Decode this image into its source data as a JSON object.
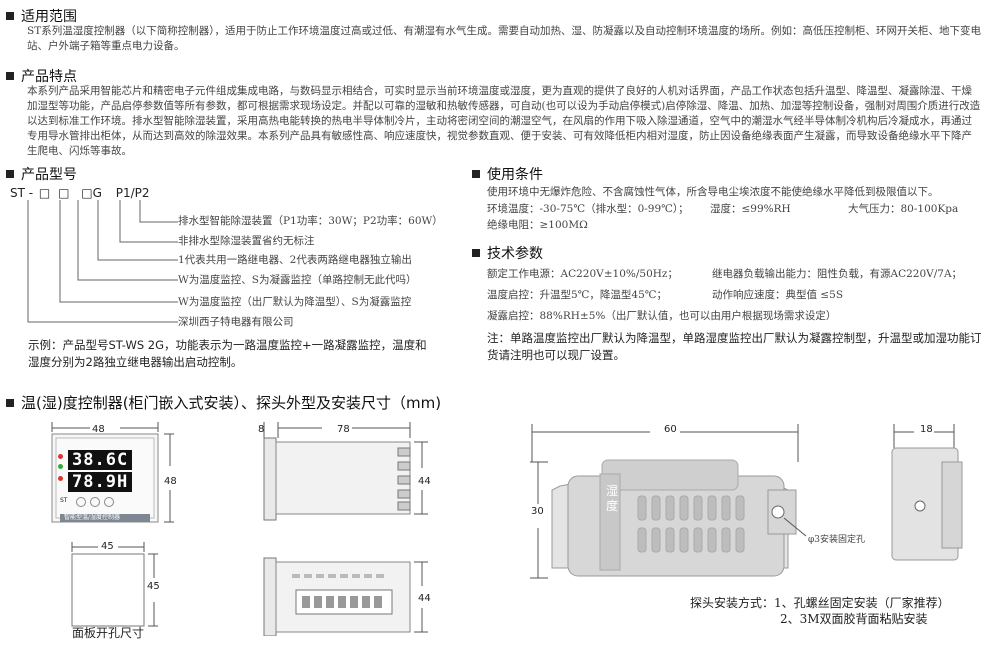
{
  "scope": {
    "title": "适用范围",
    "body": "ST系列温湿度控制器（以下简称控制器），适用于防止工作环境温度过高或过低、有潮湿有水气生成。需要自动加热、湿、防凝露以及自动控制环境温度的场所。例如：高低压控制柜、环网开关柜、地下变电站、户外端子箱等重点电力设备。"
  },
  "features": {
    "title": "产品特点",
    "body": "本系列产品采用智能芯片和精密电子元件组成集成电路，与数码显示相结合，可实时显示当前环境温度或湿度，更为直观的提供了良好的人机对话界面，产品工作状态包括升温型、降温型、凝露除湿、干燥加湿型等功能，产品启停参数值等所有参数，都可根据需求现场设定。并配以可靠的湿敏和热敏传感器，可自动(也可以设为手动启停模式)启停除湿、降温、加热、加湿等控制设备，强制对周围介质进行改造以达到标准工作环境。排水型智能除湿装置，采用高热电能转换的热电半导体制冷片，主动将密闭空间的潮湿空气，在风扇的作用下吸入除湿通道，空气中的潮湿水气经半导体制冷机构后冷凝成水，再通过专用导水管排出柜体，从而达到高效的除湿效果。本系列产品具有敏感性高、响应速度快，视觉参数直观、便于安装、可有效降低柜内相对湿度，防止因设备绝缘表面产生凝露，而导致设备绝缘水平下降产生爬电、闪烁等事故。"
  },
  "model": {
    "title": "产品型号",
    "code_prefix": "ST -",
    "code_box": "□",
    "code_g": "G",
    "code_suffix": "P1/P2",
    "lines": [
      "排水型智能除湿装置（P1功率：30W；P2功率：60W）",
      "非排水型除湿装置省约无标注",
      "1代表共用一路继电器、2代表两路继电器独立输出",
      "W为温度监控、S为凝露监控（单路控制无此代吗）",
      "W为温度监控（出厂默认为降温型）、S为凝露监控",
      "深圳西子特电器有限公司"
    ],
    "example": "示例：产品型号ST-WS 2G，功能表示为一路温度监控+一路凝露监控，温度和湿度分别为2路独立继电器输出启动控制。"
  },
  "conditions": {
    "title": "使用条件",
    "line1": "使用环境中无爆炸危险、不含腐蚀性气体，所含导电尘埃浓度不能使绝缘水平降低到极限值以下。",
    "env_temp": "环境温度：-30-75℃（排水型：0-99℃）；",
    "humidity": "湿度：≤99%RH",
    "pressure": "大气压力：80-100Kpa",
    "insulation": "绝缘电阻：≥100MΩ"
  },
  "specs": {
    "title": "技术参数",
    "rows": [
      [
        "额定工作电源：AC220V±10%/50Hz；",
        "继电器负载输出能力：阻性负载，有源AC220V/7A；"
      ],
      [
        "温度启控：升温型5℃，降温型45℃；",
        "动作响应速度：典型值 ≤5S"
      ],
      [
        "凝露启控：88%RH±5%（出厂默认值，也可以由用户根据现场需求设定）",
        ""
      ]
    ],
    "note": "注：单路温度监控出厂默认为降温型，单路湿度监控出厂默认为凝露控制型，升温型或加湿功能订货请注明也可以现厂设置。"
  },
  "drawings": {
    "title": "温(湿)度控制器(柜门嵌入式安装）、探头外型及安装尺寸（mm)",
    "front": {
      "width": "48",
      "height": "48",
      "display_top": "38.6C",
      "display_bottom": "78.9H",
      "brand": "ST",
      "caption": "智能型温/湿度控制器"
    },
    "side": {
      "top_left": "8",
      "top_length": "78",
      "height": "44"
    },
    "cutout": {
      "width": "45",
      "height": "45",
      "label": "面板开孔尺寸"
    },
    "back": {
      "height": "44"
    },
    "probe": {
      "width": "60",
      "height": "30",
      "depth": "18",
      "label": "湿度",
      "hole_label": "φ3安装固定孔",
      "install_title": "探头安装方式：1、孔螺丝固定安装（厂家推荐）",
      "install_2": "2、3M双面胶背面粘贴安装"
    }
  }
}
